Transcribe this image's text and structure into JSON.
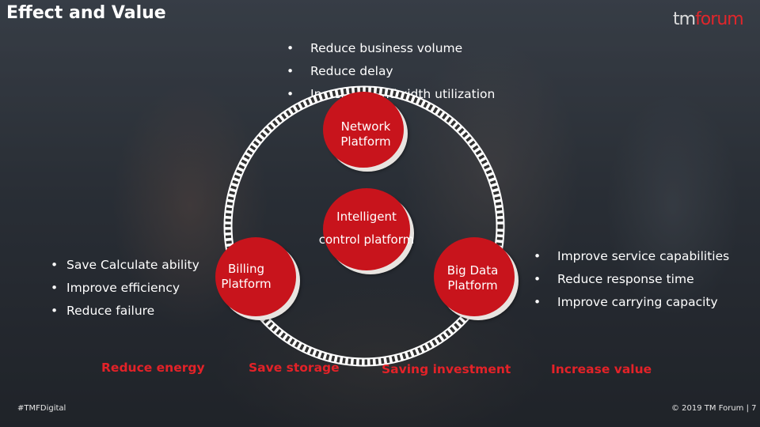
{
  "header": {
    "title": "Effect and Value",
    "logo_tm": "tm",
    "logo_forum": "forum"
  },
  "network_benefits": [
    "Reduce business volume",
    "Reduce  delay",
    "Increase bandwidth utilization"
  ],
  "billing_benefits": [
    "Save Calculate ability",
    "Improve efficiency",
    "Reduce failure"
  ],
  "bigdata_benefits": [
    "Improve service capabilities",
    "Reduce response time",
    "Improve carrying capacity"
  ],
  "platforms": {
    "network": [
      "Network",
      "Platform"
    ],
    "center": [
      "Intelligent",
      "control platform"
    ],
    "billing": [
      "Billing",
      "Platform"
    ],
    "bigdata": [
      "Big Data",
      "Platform"
    ]
  },
  "values": {
    "energy": "Reduce energy",
    "storage": "Save storage",
    "investment": "Saving investment",
    "value": "Increase value"
  },
  "footer": {
    "hashtag": "#TMFDigital",
    "copyright": "© 2019 TM Forum |",
    "page": "7"
  },
  "colors": {
    "accent": "#c8141c",
    "accent_text": "#e32228"
  }
}
